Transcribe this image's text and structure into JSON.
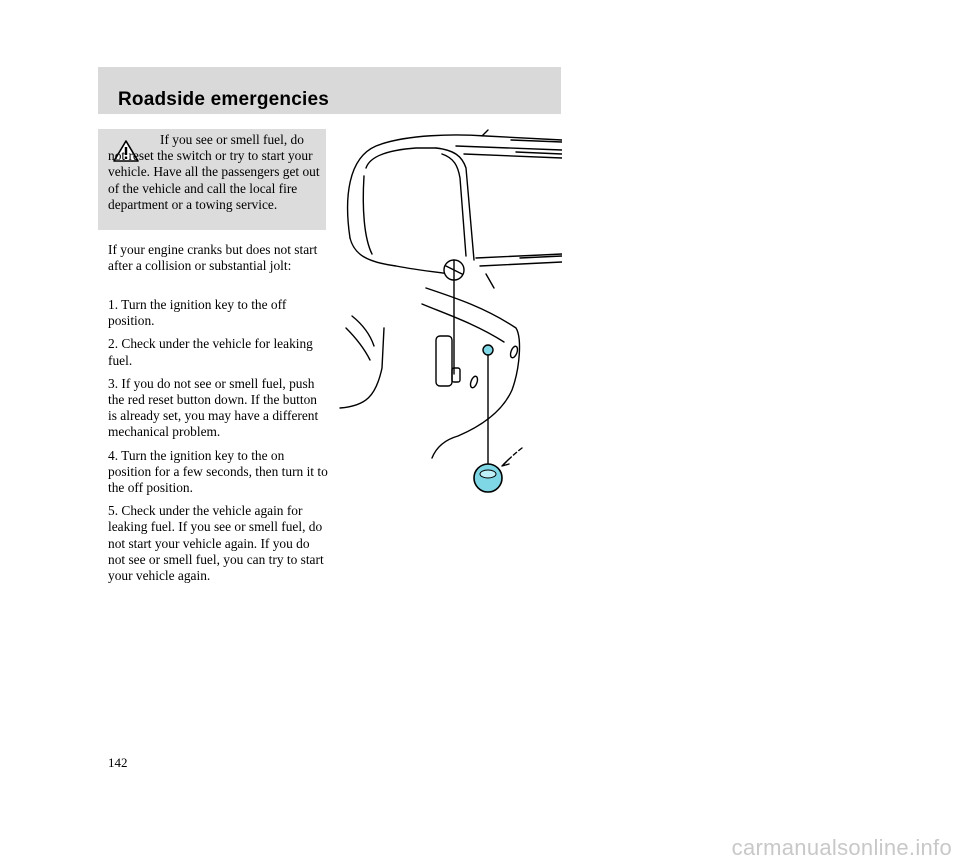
{
  "header": {
    "title": "Roadside emergencies"
  },
  "warning": {
    "icon": "warning-triangle-icon",
    "line1": "If you see or smell fuel, do",
    "rest": "not reset the switch or try to start your vehicle. Have all the passengers get out of the vehicle and call the local fire department or a towing service."
  },
  "intro": "If your engine cranks but does not start after a collision or substantial jolt:",
  "steps": [
    "1. Turn the ignition key to the off position.",
    "2. Check under the vehicle for leaking fuel.",
    "3. If you do not see or smell fuel, push the red reset button down. If the button is already set, you may have a different mechanical problem.",
    "4. Turn the ignition key to the on position for a few seconds, then turn it to the off position.",
    "5. Check under the vehicle again for leaking fuel. If you see or smell fuel, do not start your vehicle again. If you do not see or smell fuel, you can try to start your vehicle again."
  ],
  "page_number": "142",
  "footer": {
    "watermark": "carmanualsonline.info"
  },
  "colors": {
    "header_band": "#d9d9d9",
    "warning_box": "#dcdcdc",
    "reset_button": "#7fd7e6"
  }
}
